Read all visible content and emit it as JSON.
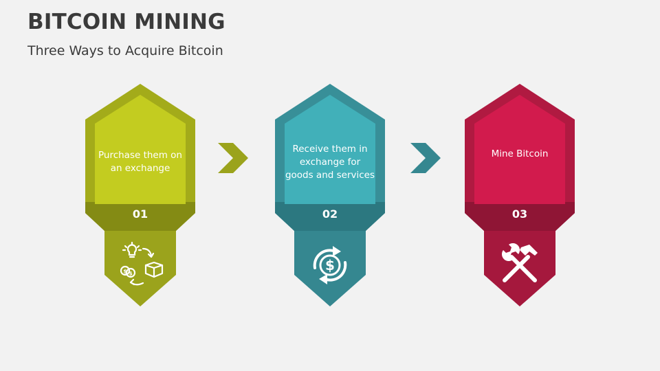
{
  "header": {
    "title": "BITCOIN MINING",
    "subtitle": "Three Ways to Acquire Bitcoin"
  },
  "steps": [
    {
      "number": "01",
      "text": "Purchase them on an exchange",
      "icon": "exchange-cycle-icon",
      "colors": {
        "outer": "#a3ab1a",
        "inner": "#c3cc20",
        "band": "#848b14",
        "lower": "#9ba31c"
      }
    },
    {
      "number": "02",
      "text": "Receive them in exchange for goods and services",
      "icon": "dollar-circular-arrows-icon",
      "colors": {
        "outer": "#388f98",
        "inner": "#41b0b9",
        "band": "#2c7880",
        "lower": "#358790"
      }
    },
    {
      "number": "03",
      "text": "Mine Bitcoin",
      "icon": "hammer-wrench-icon",
      "colors": {
        "outer": "#b01a41",
        "inner": "#d21b4d",
        "band": "#8f1535",
        "lower": "#a5183d"
      }
    }
  ],
  "arrows": [
    {
      "icon": "chevron-right-icon",
      "color": "#9ba31c"
    },
    {
      "icon": "chevron-right-icon",
      "color": "#358790"
    }
  ]
}
